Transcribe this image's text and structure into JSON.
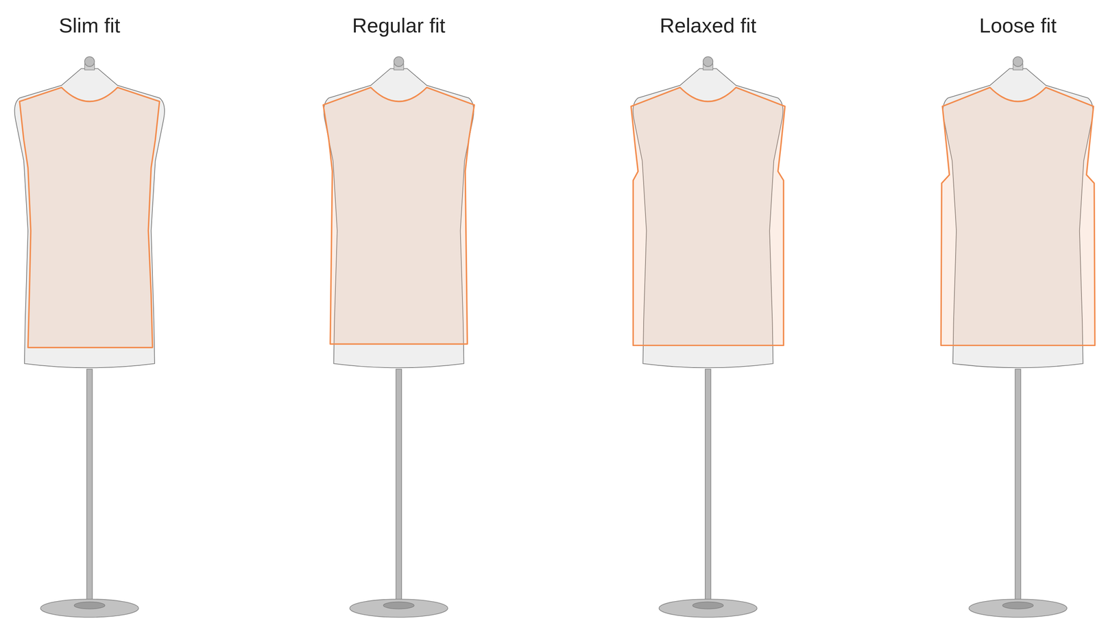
{
  "diagram": {
    "labels": [
      "Slim fit",
      "Regular fit",
      "Relaxed fit",
      "Loose fit"
    ]
  }
}
